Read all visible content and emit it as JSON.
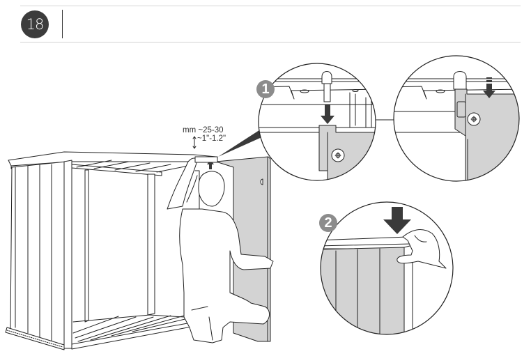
{
  "header": {
    "step_number": "18",
    "title": ""
  },
  "measurement": {
    "metric": "mm ~25-30",
    "imperial": "~1\"-1.2\""
  },
  "callouts": [
    {
      "number": "1",
      "description": "Insert roof-beam pin down into corner bracket of back panel"
    },
    {
      "number": "2",
      "description": "Press roof trim down onto panel top"
    }
  ],
  "colors": {
    "badge": "#3c3c3c",
    "callout_badge": "#8c8c8c",
    "panel_fill": "#d3d3d3",
    "arrow": "#3a3a3a",
    "line": "#222222"
  }
}
